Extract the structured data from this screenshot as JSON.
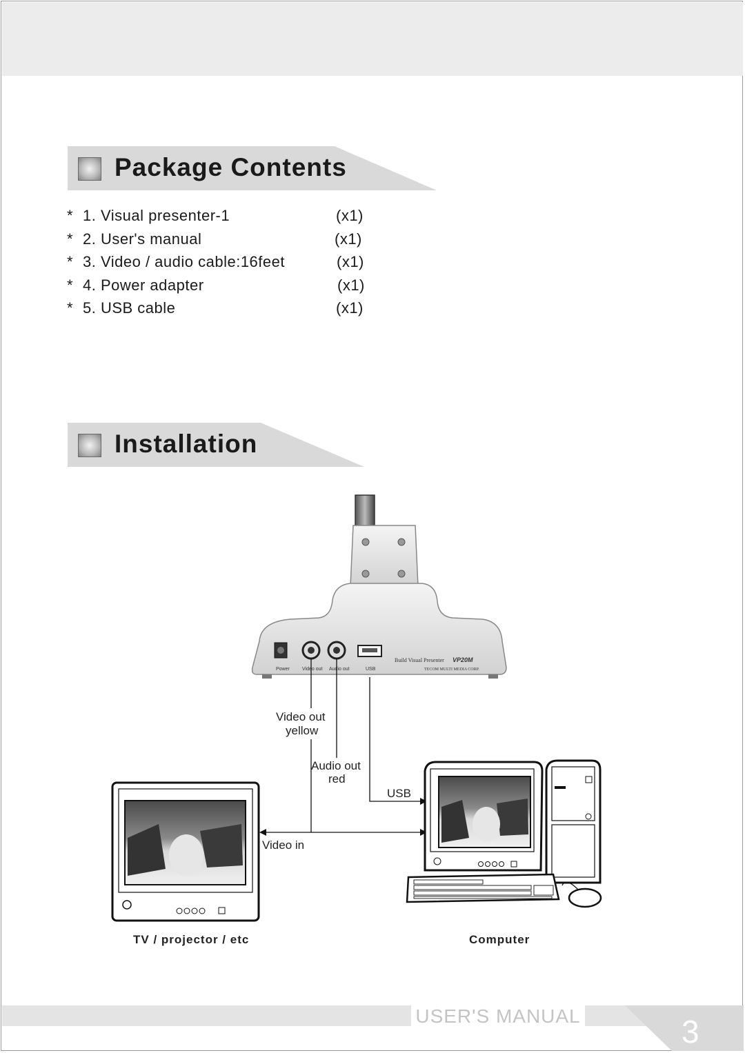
{
  "package_contents": {
    "title": "Package Contents",
    "items": [
      {
        "bullet": "*",
        "label": "1. Visual presenter-1",
        "qty": "(x1)"
      },
      {
        "bullet": "*",
        "label": "2. User's manual",
        "qty": "(x1)"
      },
      {
        "bullet": "*",
        "label": "3. Video / audio cable:16feet",
        "qty": "(x1)"
      },
      {
        "bullet": "*",
        "label": "4. Power adapter",
        "qty": "(x1)"
      },
      {
        "bullet": "*",
        "label": "5. USB cable",
        "qty": "(x1)"
      }
    ]
  },
  "installation": {
    "title": "Installation",
    "device": {
      "name_line": "Build Visual Presenter",
      "model": "VP20M",
      "company": "TECOM MULTI MEDIA CORP.",
      "ports": [
        "Power",
        "Video out",
        "Audio out",
        "USB"
      ]
    },
    "labels": {
      "video_out": "Video out",
      "video_out_color": "yellow",
      "audio_out": "Audio out",
      "audio_out_color": "red",
      "usb": "USB",
      "video_in": "Video in"
    },
    "captions": {
      "tv": "TV / projector / etc",
      "computer": "Computer"
    }
  },
  "footer": {
    "manual_label": "USER'S MANUAL",
    "page_number": "3"
  }
}
